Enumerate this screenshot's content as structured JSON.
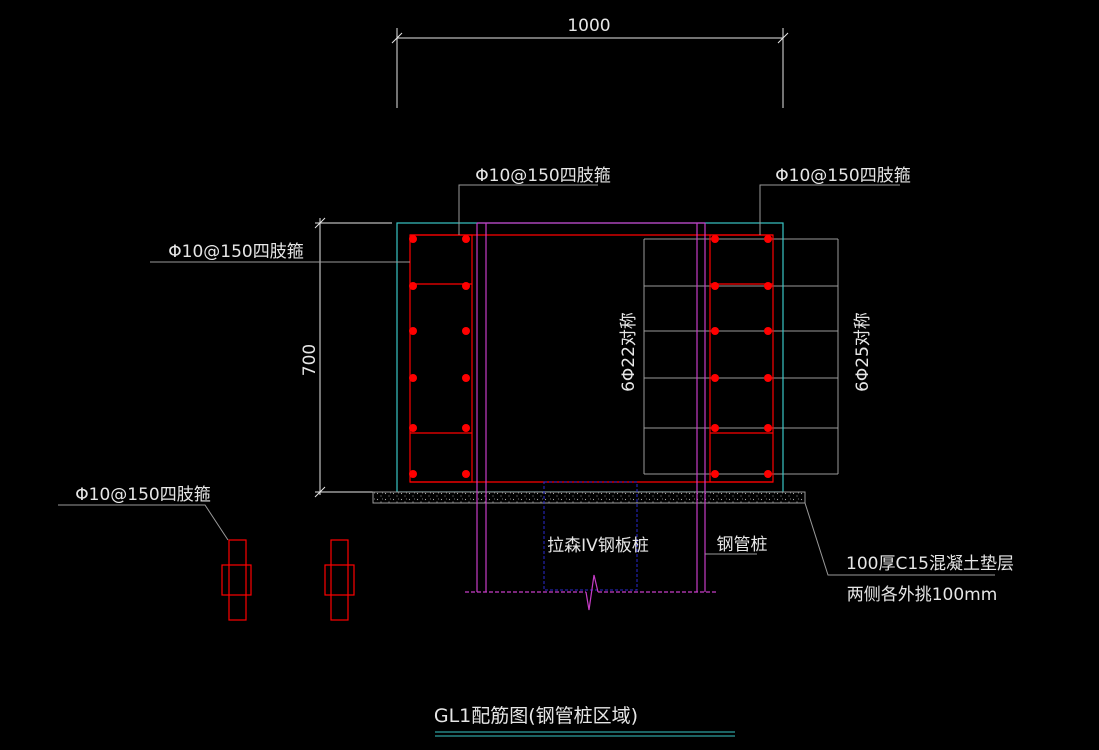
{
  "drawing": {
    "title": "GL1配筋图(钢管桩区域)",
    "dim_width": "1000",
    "dim_height": "700",
    "stirrup_label_top_left": "Φ10@150四肢箍",
    "stirrup_label_top_right": "Φ10@150四肢箍",
    "stirrup_label_left": "Φ10@150四肢箍",
    "stirrup_label_detail": "Φ10@150四肢箍",
    "rebar_left": "6Φ22对称",
    "rebar_right": "6Φ25对称",
    "sheet_pile_label": "拉森IV钢板桩",
    "steel_pipe_label": "钢管桩",
    "cushion_label_line1": "100厚C15混凝土垫层",
    "cushion_label_line2": "两侧各外挑100mm"
  },
  "colors": {
    "outline": "#39c6c6",
    "rebar": "#ff0000",
    "pile": "#c63cc6",
    "sheet_pile": "#2a2ad0",
    "leader": "#9a9a9a",
    "text": "#e6e6e6"
  }
}
